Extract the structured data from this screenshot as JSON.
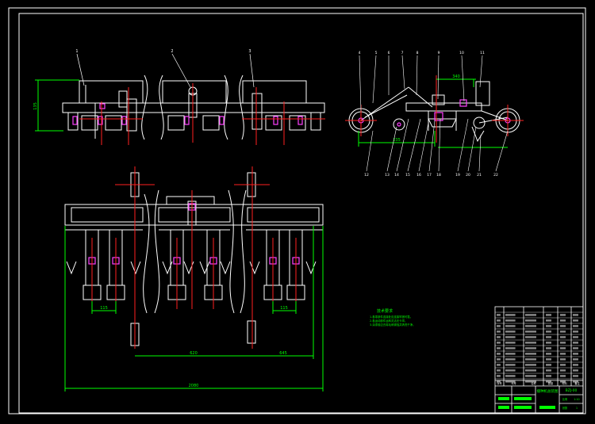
{
  "sheet": {
    "background": "#000000",
    "line_color": "#ffffff",
    "dim_color": "#00ff00",
    "center_color": "#ff2020",
    "part_color": "#ff40ff"
  },
  "front_view_top": {
    "callouts": [
      "1",
      "2",
      "3"
    ],
    "height_dim": "135"
  },
  "side_view": {
    "callouts_top": [
      "4",
      "5",
      "6",
      "7",
      "8",
      "9",
      "10",
      "11"
    ],
    "callouts_bottom": [
      "12",
      "13",
      "14",
      "15",
      "16",
      "17",
      "18",
      "19",
      "20",
      "21",
      "22"
    ],
    "dims": [
      "235",
      "340"
    ]
  },
  "plan_view": {
    "dims": [
      "115",
      "620",
      "645",
      "2080"
    ]
  },
  "tech_requirements": {
    "title": "技术要求",
    "lines": [
      "1.各零部件连接处应连接牢固可靠。",
      "2.各运动部件运转灵活无卡滞。",
      "3.涂漆前应去除毛刺锈蚀并清洗干净。"
    ]
  },
  "title_block": {
    "drawing_name": "播种机总装图",
    "drawing_no": "BZJ-00",
    "scale_label": "比例",
    "scale": "1:10",
    "sheet_label": "张数",
    "sheet": "1",
    "header": [
      "序号",
      "代号",
      "名称",
      "数量",
      "材料",
      "备注"
    ]
  }
}
